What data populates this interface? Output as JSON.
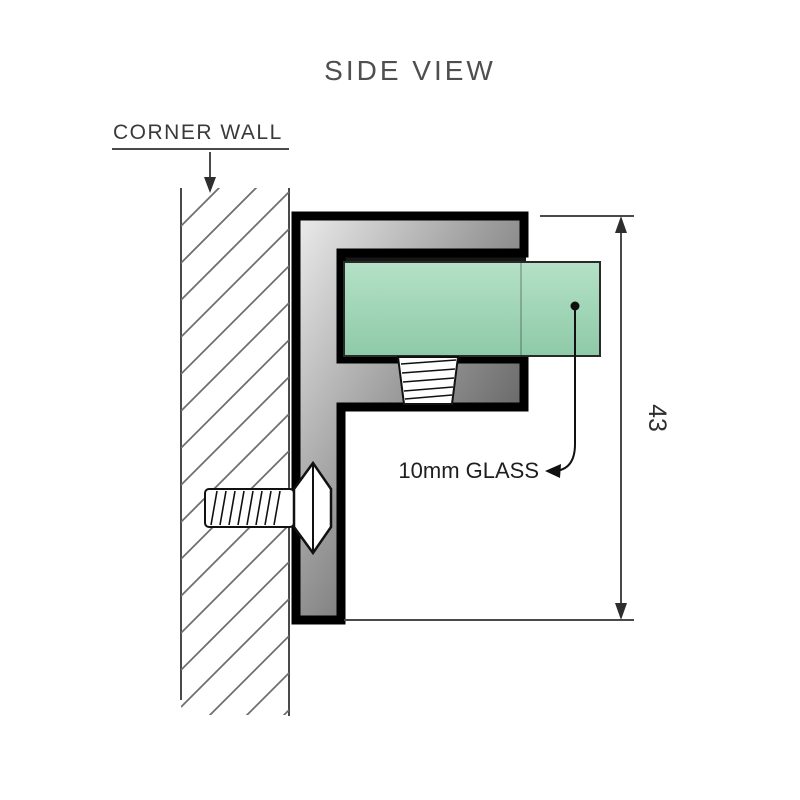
{
  "title": "SIDE VIEW",
  "wall": {
    "label": "CORNER WALL"
  },
  "glass": {
    "label": "10mm GLASS"
  },
  "dimension": {
    "label": "43"
  },
  "colors": {
    "glass_top": "#b5e1c7",
    "glass_bottom": "#8ecaa8",
    "bracket_light": "#ececec",
    "bracket_mid": "#9a9a9a",
    "bracket_dark": "#3c3c3c",
    "outline": "#000000",
    "line": "#4a4a4a"
  }
}
